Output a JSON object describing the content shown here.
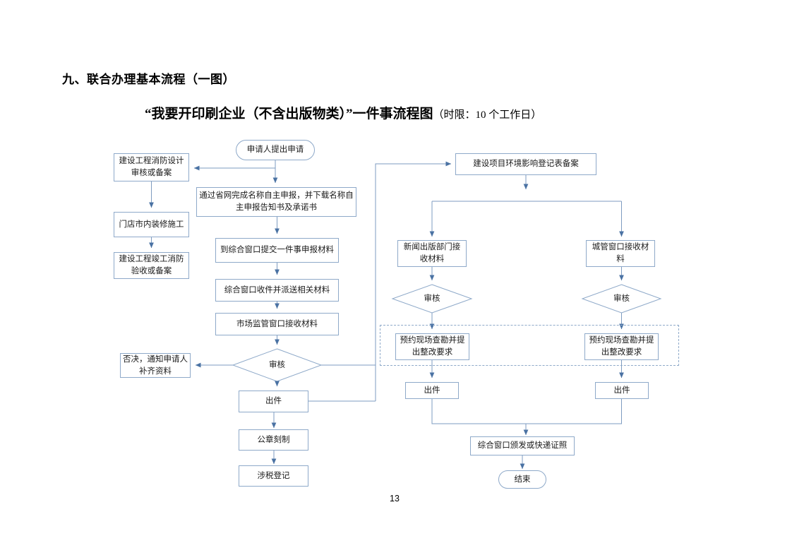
{
  "document": {
    "section_heading": "九、联合办理基本流程（一图）",
    "chart_title_main": "“我要开印刷企业（不含出版物类）”一件事流程图",
    "chart_title_sub": "（时限：10 个工作日）",
    "page_number": "13"
  },
  "flowchart": {
    "nodes": {
      "start": "申请人提出申请",
      "fire_design_review": "建设工程消防设计审核或备案",
      "store_interior_work": "门店市内装修施工",
      "fire_completion_accept": "建设工程竣工消防验收或备案",
      "name_self_declare": "通过省网完成名称自主申报，并下载名称自主申报告知书及承诺书",
      "submit_materials": "到综合窗口提交一件事申报材料",
      "window_receive_dispatch": "综合窗口收件并派送相关材料",
      "market_window_receive": "市场监管窗口接收材料",
      "review_left": "审核",
      "reject_notice": "否决，通知申请人补齐资料",
      "issue_left": "出件",
      "seal_engraving": "公章刻制",
      "tax_registration": "涉税登记",
      "env_record_filing": "建设项目环境影响登记表备案",
      "press_dept_receive": "新闻出版部门接收材料",
      "urban_window_receive": "城管窗口接收材料",
      "review_mid": "审核",
      "review_right": "审核",
      "site_survey_mid": "预约现场查勘并提出整改要求",
      "site_survey_right": "预约现场查勘并提出整改要求",
      "issue_mid": "出件",
      "issue_right": "出件",
      "window_issue_or_express": "综合窗口颁发或快递证照",
      "end": "结束"
    },
    "colors": {
      "node_border": "#8ea9c9",
      "connector": "#7e9bc0",
      "arrow_head": "#4a72a3",
      "dashed_border": "#8ea9c9",
      "text": "#1a1a1a"
    }
  }
}
